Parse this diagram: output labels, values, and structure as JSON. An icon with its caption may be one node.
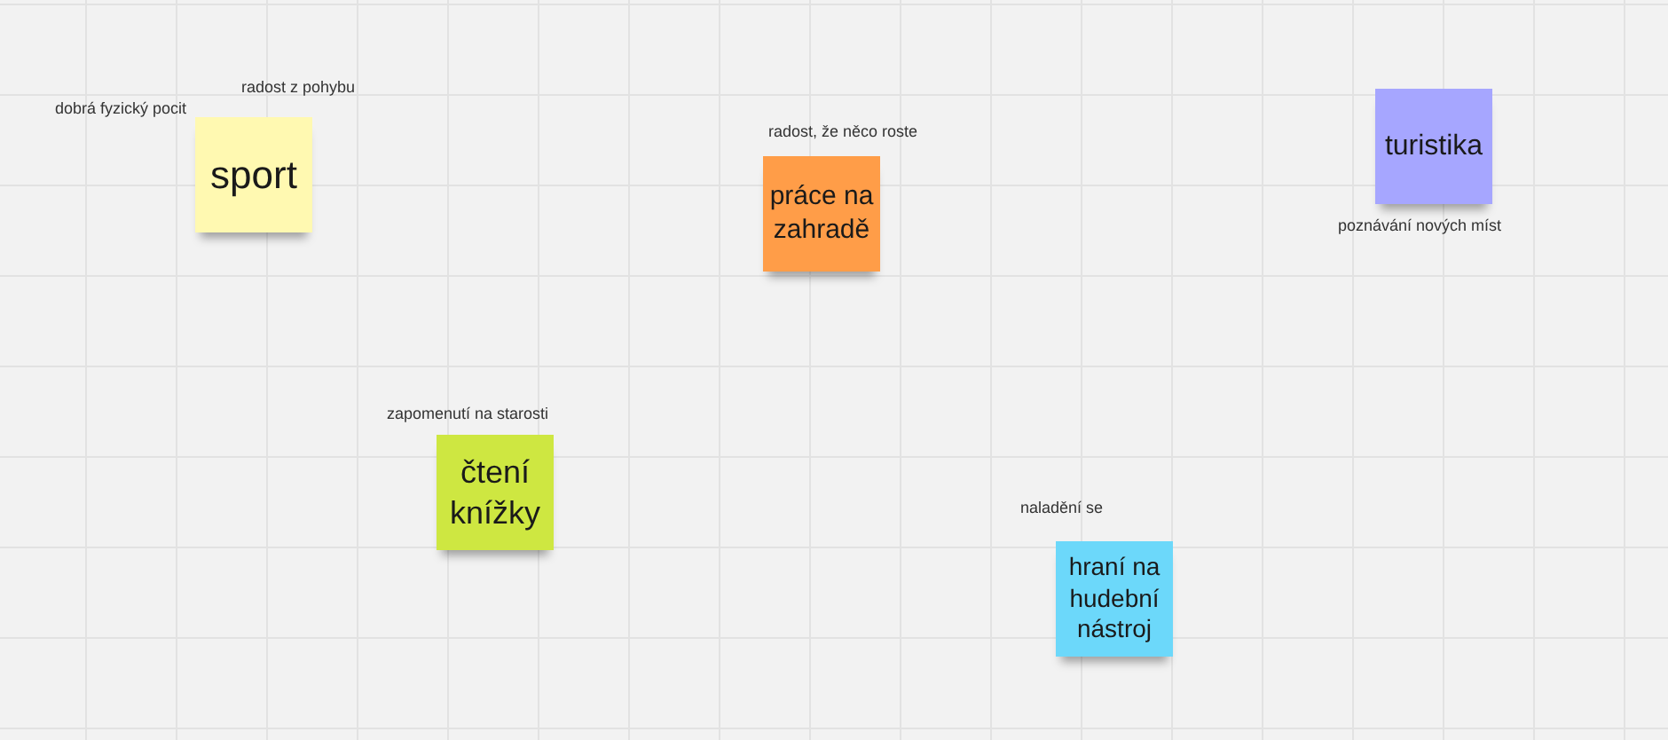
{
  "diagram": {
    "nodes": [
      {
        "text": [
          "sport"
        ],
        "beside": [
          "dobrá fyzický pocit",
          "radost z pohybu"
        ]
      },
      {
        "text": [
          "práce na zahradě"
        ],
        "beside": [
          "radost, že něco roste"
        ]
      },
      {
        "text": [
          "turistika"
        ],
        "beside": [
          "poznávání nových míst"
        ]
      },
      {
        "text": [
          "čtení knížky"
        ],
        "beside": [
          "zapomenutí na starosti"
        ]
      },
      {
        "text": [
          "hraní na hudební nástroj"
        ],
        "beside": [
          "naladění se"
        ]
      }
    ]
  }
}
